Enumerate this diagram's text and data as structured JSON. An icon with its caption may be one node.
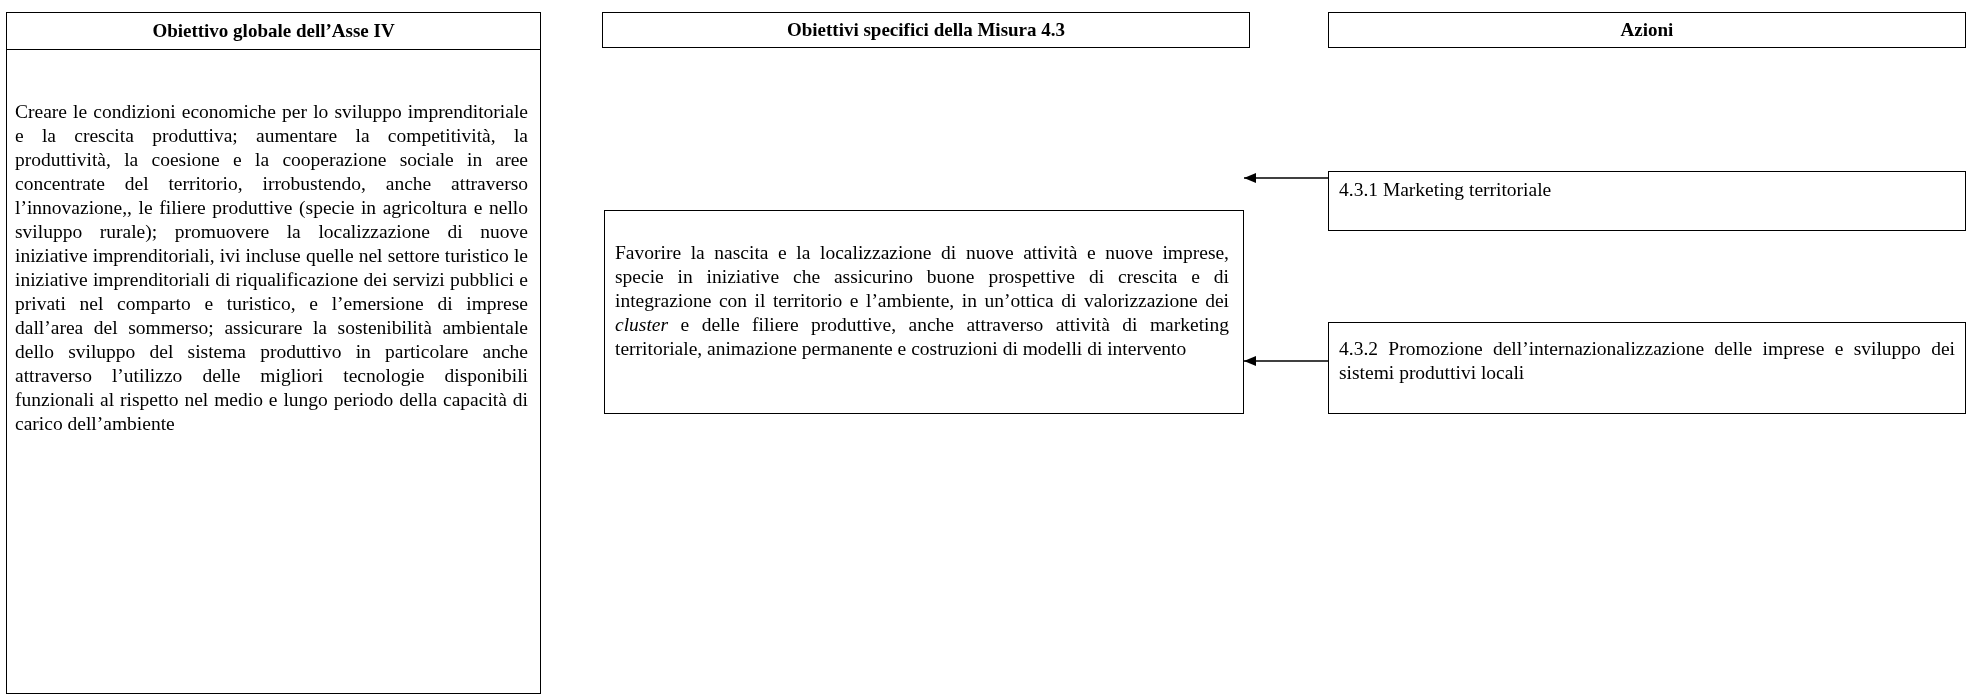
{
  "diagram": {
    "nodes": [
      {
        "text": [
          "Obiettivo globale dell’Asse IV",
          "Creare le condizioni economiche per lo sviluppo imprenditoriale e la crescita produttiva; aumentare la competitività, la produttività, la coesione e la cooperazione sociale in aree concentrate del territorio, irrobustendo, anche attraverso l’innovazione,, le filiere produttive (specie in agricoltura e nello sviluppo rurale); promuovere la localizzazione di nuove iniziative imprenditoriali, ivi incluse quelle nel settore turistico le iniziative imprenditoriali di riqualificazione dei servizi pubblici e privati nel comparto e turistico, e l’emersione di imprese dall’area del sommerso; assicurare la sostenibilità ambientale dello sviluppo del sistema produttivo in particolare anche attraverso l’utilizzo delle migliori tecnologie disponibili funzionali al rispetto nel medio e lungo periodo della capacità di carico dell’ambiente"
        ]
      },
      {
        "text": [
          "Obiettivi specifici della Misura 4.3"
        ]
      },
      {
        "text": [
          "Azioni"
        ]
      },
      {
        "text": [
          "Favorire la nascita e la localizzazione di nuove attività e nuove imprese, specie in iniziative che assicurino buone prospettive di crescita e di integrazione con il territorio e l’ambiente, in un’ottica di valorizzazione dei *cluster* e delle filiere produttive, anche attraverso attività di marketing territoriale, animazione permanente e costruzioni di modelli di intervento"
        ]
      },
      {
        "text": [
          "4.3.1 Marketing territoriale"
        ]
      },
      {
        "text": [
          "4.3.2 Promozione dell’internazionalizzazione delle imprese e sviluppo dei sistemi produttivi locali"
        ]
      }
    ],
    "edges": [
      {
        "from": 4,
        "to": 3,
        "arrow": "to"
      },
      {
        "from": 5,
        "to": 3,
        "arrow": "to"
      }
    ]
  }
}
